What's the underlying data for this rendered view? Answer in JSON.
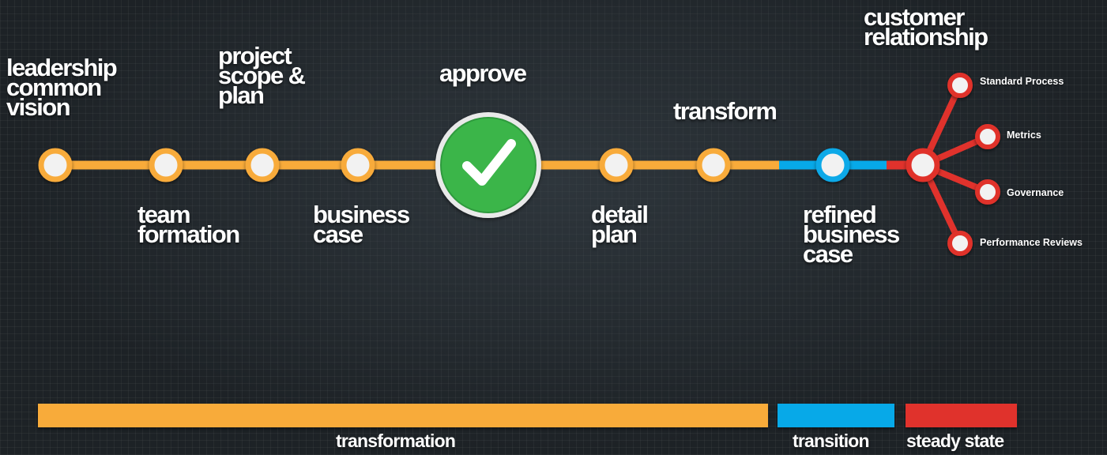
{
  "colors": {
    "transformation": "#f8ab3a",
    "transition": "#07a9e8",
    "steady_state": "#e0322c",
    "approve": "#3ab54a",
    "node_fill": "#f2f2f2"
  },
  "stages": {
    "leadership": "leadership\ncommon\nvision",
    "team": "team\nformation",
    "project": "project\nscope &\nplan",
    "business_case": "business\ncase",
    "approve": "approve",
    "detail_plan": "detail\nplan",
    "transform": "transform",
    "refined": "refined\nbusiness\ncase",
    "customer": "customer\nrelationship"
  },
  "branches": {
    "standard_process": "Standard Process",
    "metrics": "Metrics",
    "governance": "Governance",
    "performance_reviews": "Performance Reviews"
  },
  "phases": {
    "transformation": "transformation",
    "transition": "transition",
    "steady_state": "steady state"
  }
}
